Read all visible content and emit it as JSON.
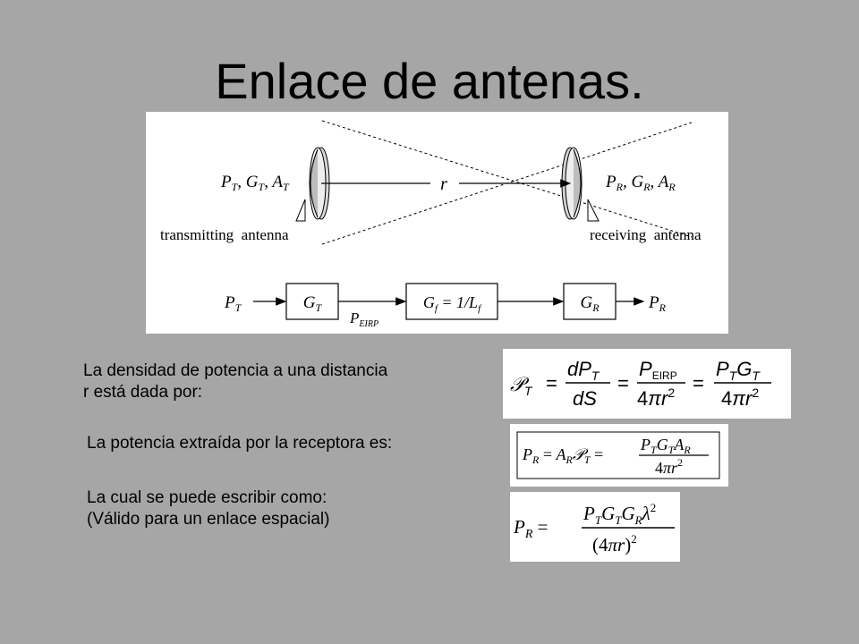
{
  "slide": {
    "title": "Enlace de antenas."
  },
  "diagram": {
    "tx_params": "P_T, G_T, A_T",
    "rx_params": "P_R, G_R, A_R",
    "distance_label": "r",
    "tx_label": "transmitting  antenna",
    "rx_label": "receiving  antenna",
    "chain": {
      "input": "P_T",
      "block1": "G_T",
      "block2": "G_f = 1/L_f",
      "block3": "G_R",
      "output": "P_R",
      "eirp": "P_EIRP"
    }
  },
  "text": {
    "line1a": "La densidad de potencia a una distancia",
    "line1b": "r está dada por:",
    "line2": "La potencia extraída por la receptora es:",
    "line3a": "La cual se puede escribir como:",
    "line3b": "(Válido para un enlace espacial)"
  },
  "equations": {
    "eq1": "𝒫_T = dP_T/dS = P_EIRP/(4πr²) = P_T G_T/(4πr²)",
    "eq2": "P_R = A_R 𝒫_T = P_T G_T A_R/(4πr²)",
    "eq3": "P_R = P_T G_T G_R λ²/(4πr)²"
  }
}
